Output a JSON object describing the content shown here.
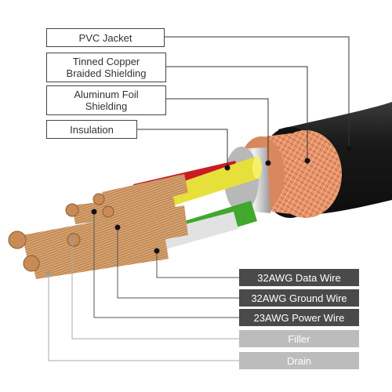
{
  "colors": {
    "jacket": "#1e1e1e",
    "copper_braid": "#e59a72",
    "foil": "#c8c8c8",
    "wire_red": "#c91c25",
    "wire_yellow": "#e8e03a",
    "wire_green": "#3fa82d",
    "wire_white": "#e2e2e2",
    "copper_strands": "#d9a06a",
    "spec_dark": "#4a4a4a",
    "spec_light": "#bcbcbc"
  },
  "top_labels": [
    {
      "text": "PVC Jacket"
    },
    {
      "text": "Tinned Copper\nBraided Shielding"
    },
    {
      "text": "Aluminum Foil\nShielding"
    },
    {
      "text": "Insulation"
    }
  ],
  "bottom_labels": [
    {
      "text": "32AWG Data Wire",
      "style": "dark"
    },
    {
      "text": "32AWG Ground Wire",
      "style": "dark"
    },
    {
      "text": "23AWG Power Wire",
      "style": "dark"
    },
    {
      "text": "Filler",
      "style": "light"
    },
    {
      "text": "Drain",
      "style": "light"
    }
  ]
}
